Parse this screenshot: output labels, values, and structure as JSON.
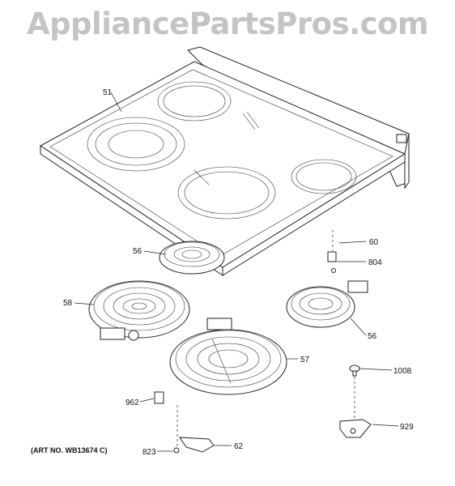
{
  "watermark": "AppliancePartsPros.com",
  "art_number": "(ART NO. WB13674 C)",
  "callouts": {
    "cooktop": "51",
    "element_small_rear": "56",
    "element_large_left": "58",
    "switch_60": "60",
    "screw_804": "804",
    "element_small_right": "56",
    "element_large_front": "57",
    "screw_1008": "1008",
    "part_962": "962",
    "part_929": "929",
    "screw_823": "823",
    "bracket_62": "62"
  }
}
